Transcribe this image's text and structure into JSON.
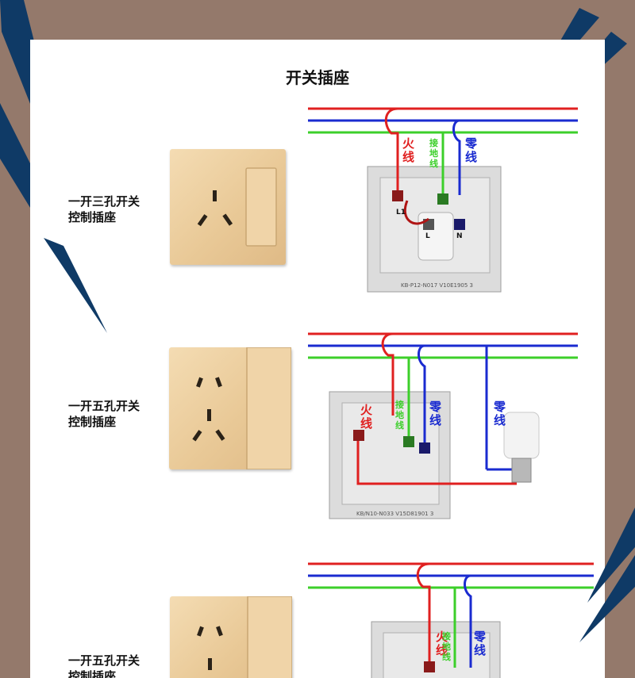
{
  "title": "开关插座",
  "colors": {
    "live": "#e02020",
    "neutral": "#1a2bd0",
    "ground": "#3ccf2a",
    "background": "#94796b",
    "accent_dark": "#0f3a66"
  },
  "rows": [
    {
      "label": "一开三孔开关\n控制插座",
      "wire_labels": {
        "live": "火\n线",
        "ground": "接\n地\n线",
        "neutral": "零\n线"
      },
      "terminals": {
        "live": "L1",
        "middle": "L",
        "neutral": "N"
      },
      "model_text": "KB-P12-N017 V10E1905 3"
    },
    {
      "label": "一开五孔开关\n控制插座",
      "wire_labels": {
        "live": "火\n线",
        "ground": "接\n地\n线",
        "neutral": "零\n线",
        "lamp_neutral": "零\n线"
      },
      "model_text": "KB/N10-N033 V15D81901 3"
    },
    {
      "label": "一开五孔开关\n控制插座",
      "wire_labels": {
        "live": "火\n线",
        "ground": "接\n地\n线",
        "neutral": "零\n线"
      }
    }
  ]
}
